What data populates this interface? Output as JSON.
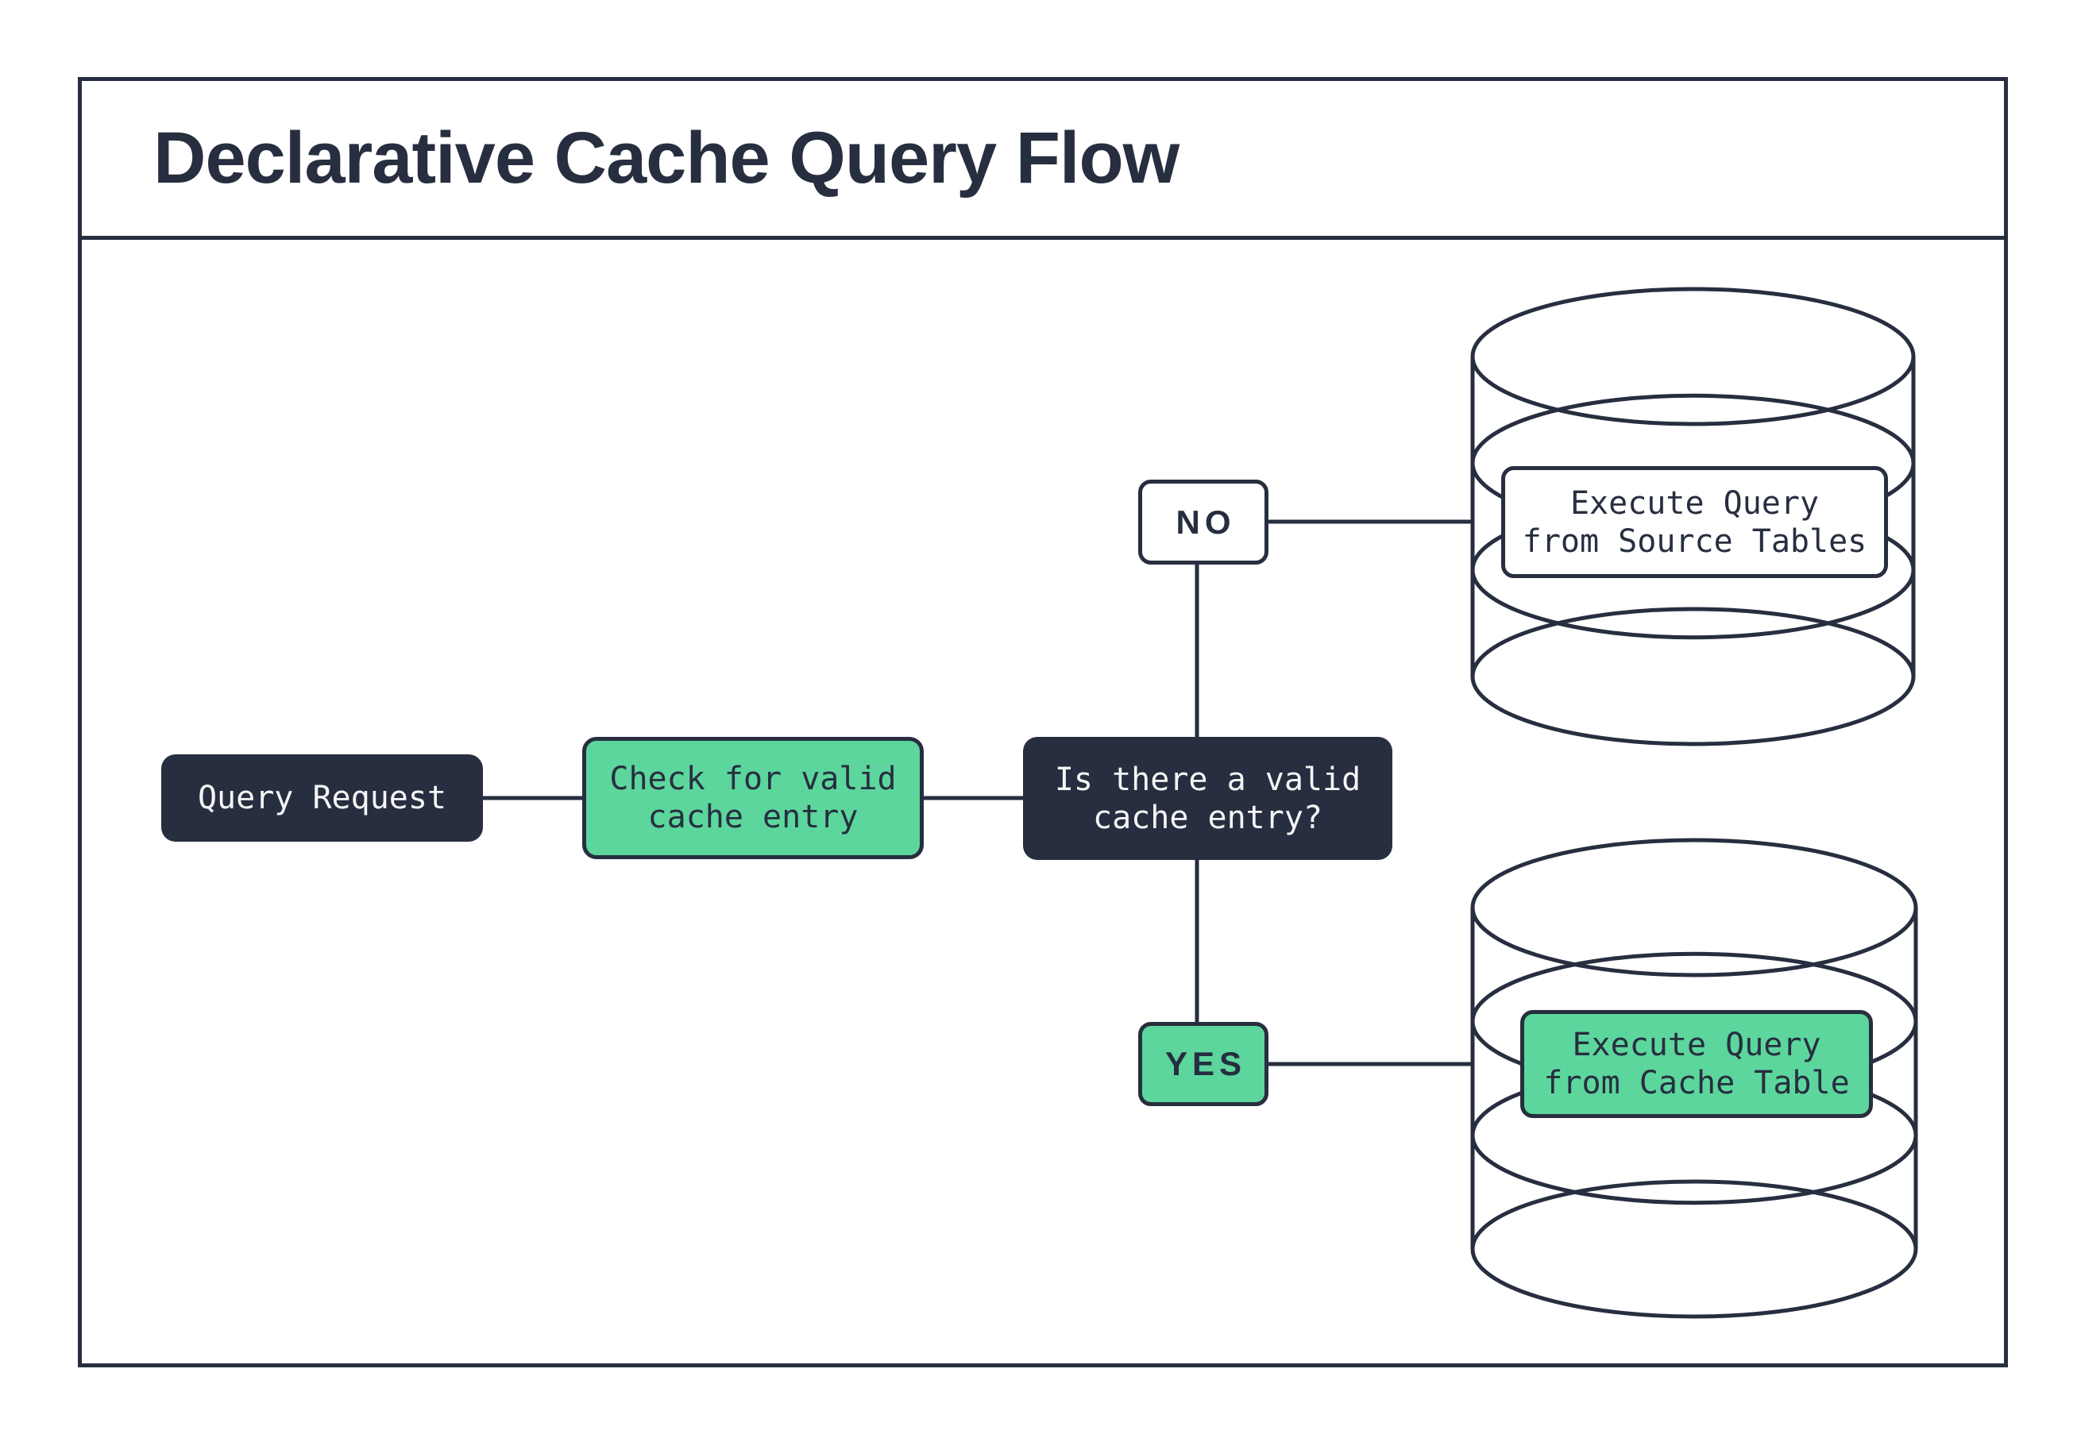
{
  "title": "Declarative Cache Query Flow",
  "colors": {
    "dark": "#272e3f",
    "green": "#5cd69d",
    "bg": "#ffffff",
    "text_light": "#f4f5f6"
  },
  "flow": {
    "query_request": "Query Request",
    "check_cache": "Check for valid\ncache entry",
    "decision": "Is there a valid\ncache entry?",
    "no_label": "NO",
    "yes_label": "YES",
    "execute_source": "Execute Query\nfrom Source Tables",
    "execute_cache": "Execute Query\nfrom Cache Table"
  }
}
